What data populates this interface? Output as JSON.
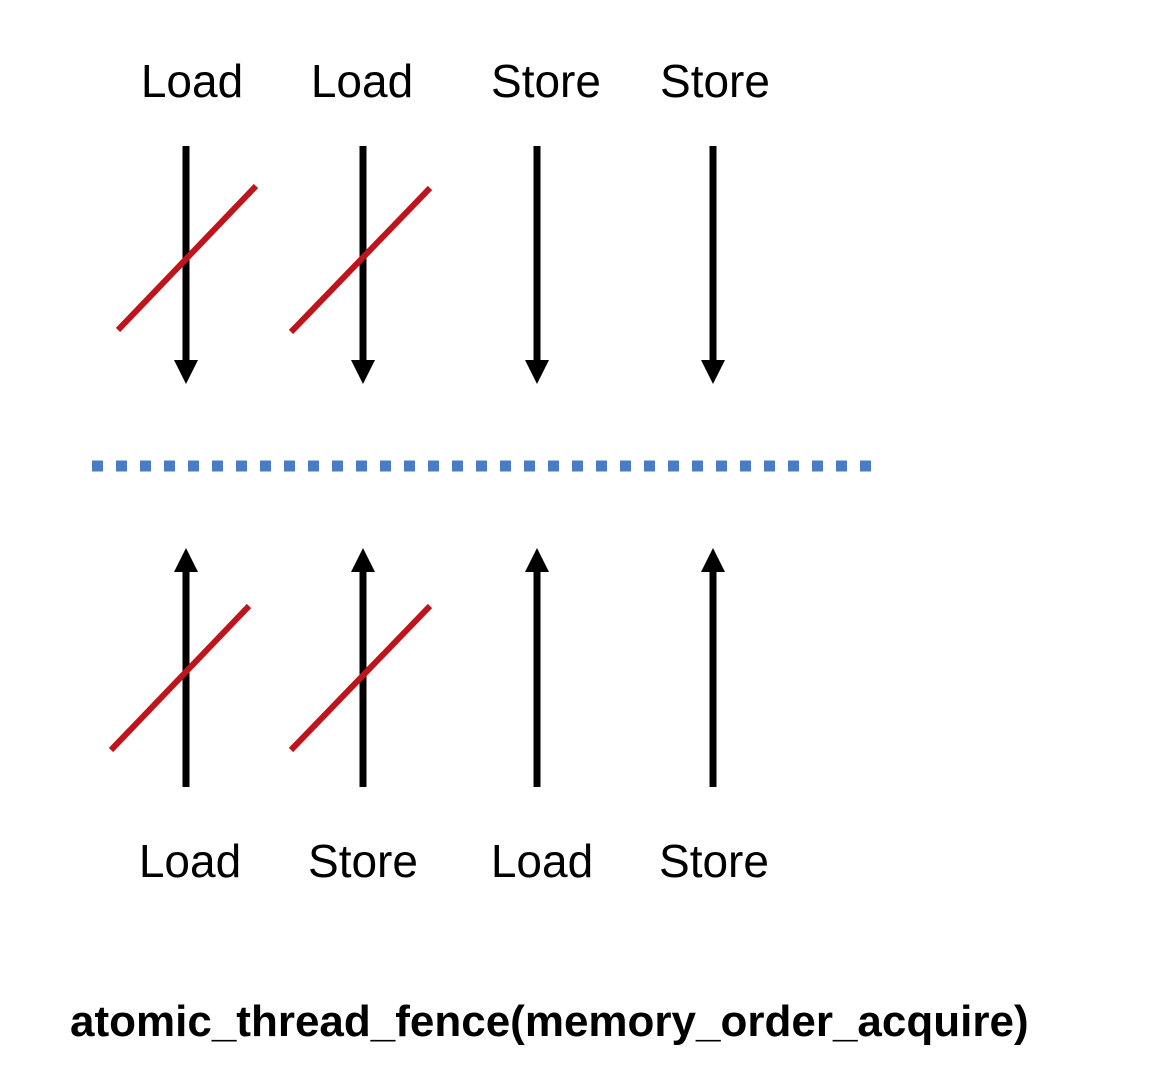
{
  "top_ops": [
    {
      "label": "Load",
      "blocked": true
    },
    {
      "label": "Load",
      "blocked": true
    },
    {
      "label": "Store",
      "blocked": false
    },
    {
      "label": "Store",
      "blocked": false
    }
  ],
  "bottom_ops": [
    {
      "label": "Load",
      "blocked": true
    },
    {
      "label": "Store",
      "blocked": true
    },
    {
      "label": "Load",
      "blocked": false
    },
    {
      "label": "Store",
      "blocked": false
    }
  ],
  "caption": "atomic_thread_fence(memory_order_acquire)",
  "colors": {
    "arrow": "#000000",
    "cross_out": "#c0141c",
    "fence": "#4a7cc4",
    "text": "#000000"
  }
}
